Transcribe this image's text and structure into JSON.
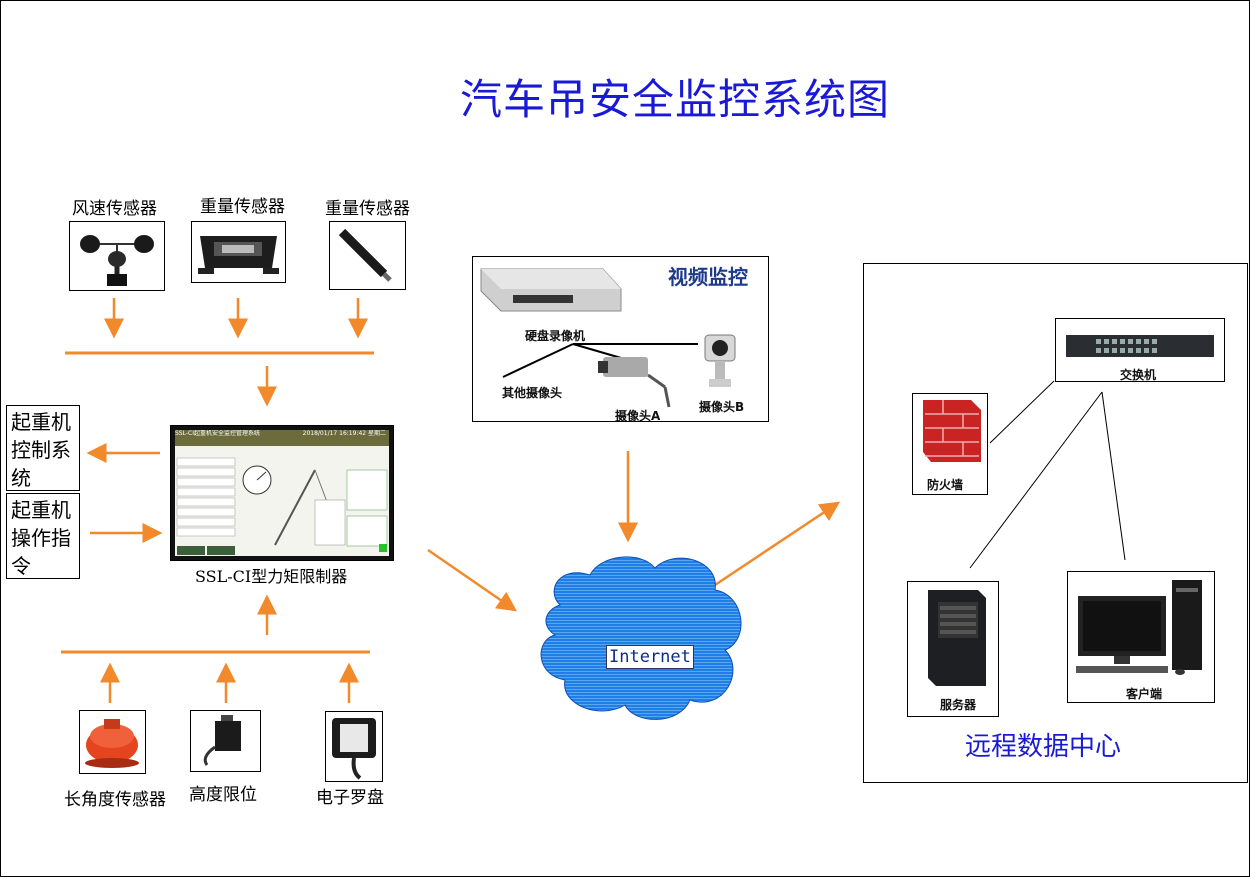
{
  "title": "汽车吊安全监控系统图",
  "sensors_top": [
    {
      "label": "风速传感器",
      "icon": "anemometer-icon"
    },
    {
      "label": "重量传感器",
      "icon": "load-cell-icon"
    },
    {
      "label": "重量传感器",
      "icon": "weight-pin-sensor-icon"
    }
  ],
  "sensors_bottom": [
    {
      "label": "长角度传感器",
      "icon": "angle-sensor-icon"
    },
    {
      "label": "高度限位",
      "icon": "height-limit-switch-icon"
    },
    {
      "label": "电子罗盘",
      "icon": "compass-sensor-icon"
    }
  ],
  "crane_control": "起重机控制系统",
  "crane_operation": "起重机操作指令",
  "limiter_label": "SSL-CI型力矩限制器",
  "screen": {
    "header": "SSL-CI起重机安全监控管理系统",
    "datetime": "2018/01/17 16:19:42 星期二"
  },
  "video": {
    "title": "视频监控",
    "dvr": "硬盘录像机",
    "other_cams": "其他摄像头",
    "cam_a": "摄像头A",
    "cam_b": "摄像头B"
  },
  "internet": "Internet",
  "datacenter": {
    "title": "远程数据中心",
    "switch": "交换机",
    "firewall": "防火墙",
    "server": "服务器",
    "client": "客户端"
  },
  "colors": {
    "arrow": "#f28a2b",
    "title": "#1a1ad6",
    "cloud": "#1f7fe6"
  }
}
